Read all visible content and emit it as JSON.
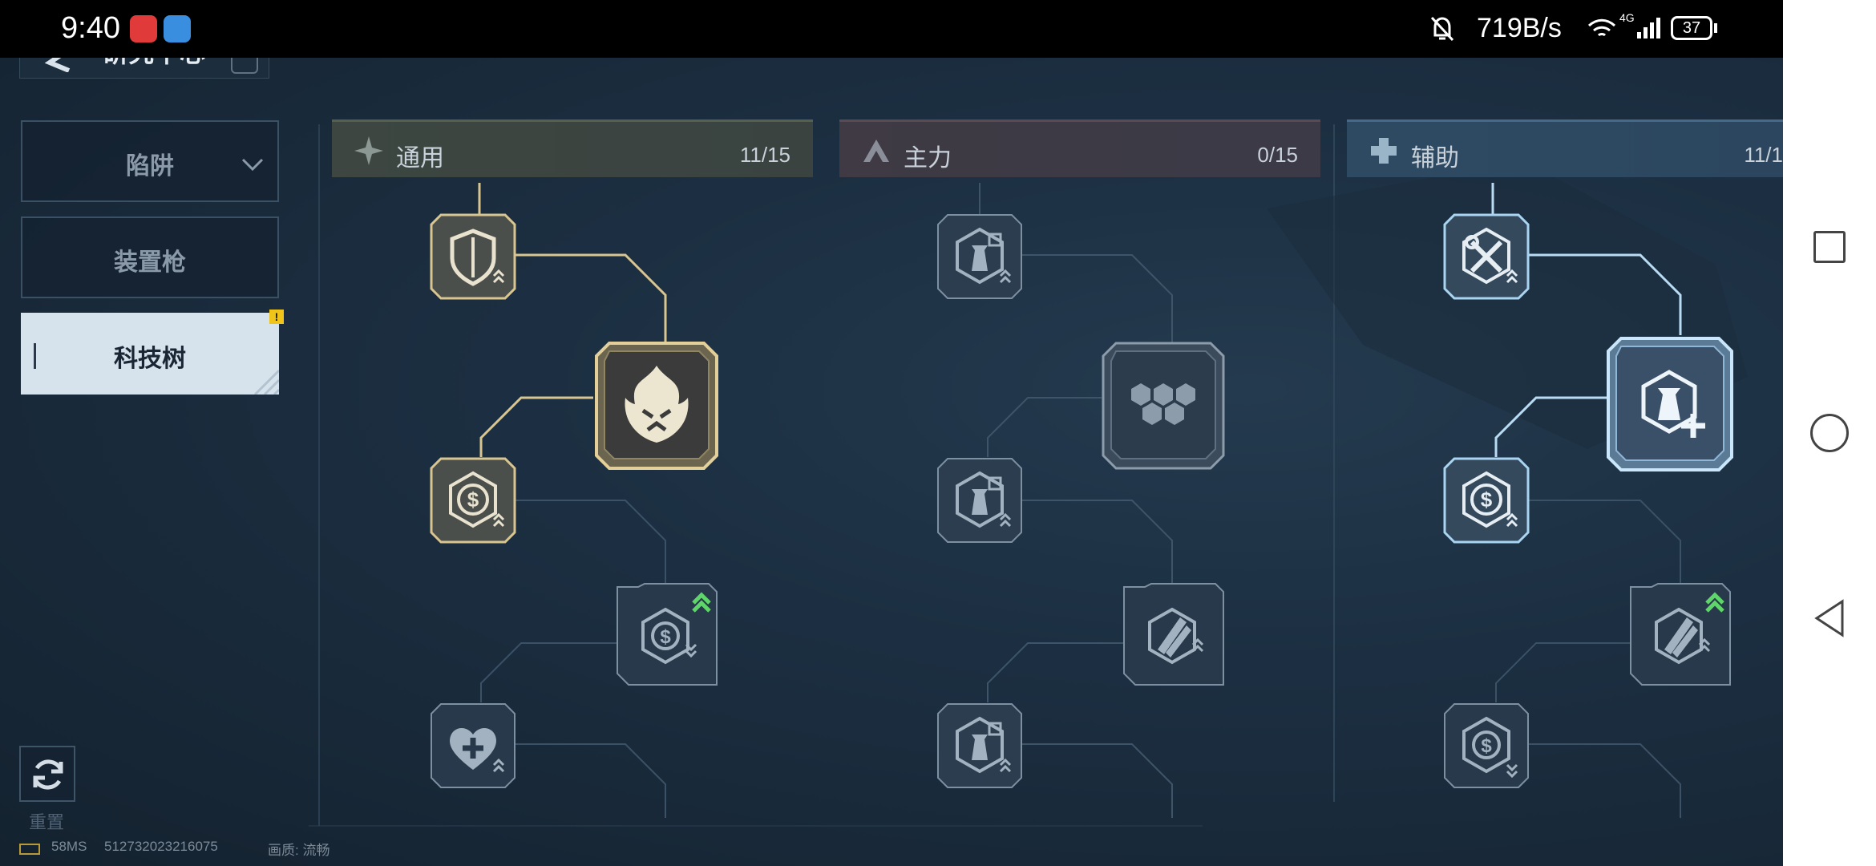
{
  "status_bar": {
    "time": "9:40",
    "speed": "719B/s",
    "network": "4G",
    "battery": "37"
  },
  "header": {
    "title": "研究中心"
  },
  "sidebar": {
    "items": [
      {
        "label": "陷阱",
        "icon": "chevron-down-icon"
      },
      {
        "label": "装置枪"
      },
      {
        "label": "科技树",
        "active": true
      }
    ]
  },
  "columns": [
    {
      "name": "通用",
      "count": "11/15",
      "accent": "#c9b98a"
    },
    {
      "name": "主力",
      "count": "0/15",
      "accent": "#c46a6a"
    },
    {
      "name": "辅助",
      "count": "11/1",
      "accent": "#8fb6d6"
    }
  ],
  "footer": {
    "reset_label": "重置",
    "ping": "58MS",
    "uid": "512732023216075",
    "quality": "画质: 流畅"
  },
  "colors": {
    "gold": "#e2cf9a",
    "blue": "#a9d4f2",
    "upgrade_green": "#5fd66a",
    "warning_yellow": "#f0c419"
  }
}
